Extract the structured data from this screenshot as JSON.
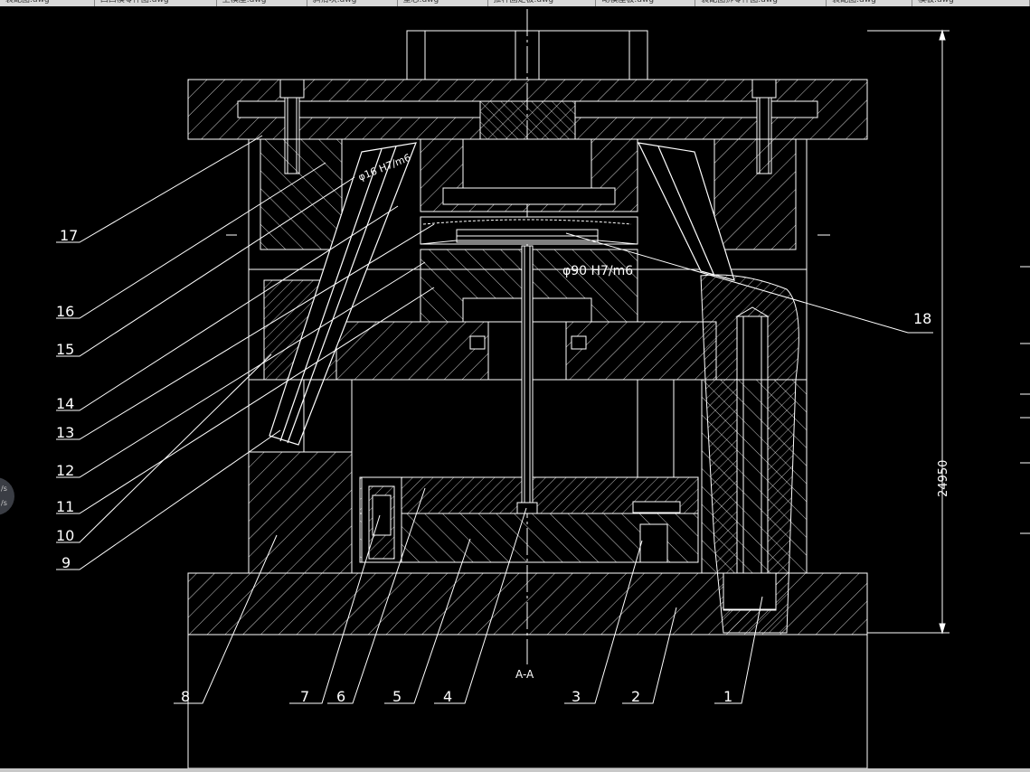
{
  "tabs": [
    {
      "label": "装配图.dwg"
    },
    {
      "label": "凸凹模零件图.dwg"
    },
    {
      "label": "上模座.dwg"
    },
    {
      "label": "斜滑块.dwg"
    },
    {
      "label": "型芯.dwg"
    },
    {
      "label": "推杆固定板.dwg"
    },
    {
      "label": "动模座板.dwg"
    },
    {
      "label": "装配图拆零件图.dwg"
    },
    {
      "label": "装配图.dwg"
    },
    {
      "label": "模板.dwg"
    }
  ],
  "drawing": {
    "section_label": "A-A",
    "overall_height_dim": "24950",
    "bore_note_1": "φ16 H7/m6",
    "bore_note_2": "φ90 H7/m6",
    "line_color": "#ffffff",
    "background_color": "#000000"
  },
  "part_numbers": [
    "1",
    "2",
    "3",
    "4",
    "5",
    "6",
    "7",
    "8",
    "9",
    "10",
    "11",
    "12",
    "13",
    "14",
    "15",
    "16",
    "17",
    "18"
  ],
  "nav_widget": {
    "line1": "/s",
    "line2": "/s"
  }
}
